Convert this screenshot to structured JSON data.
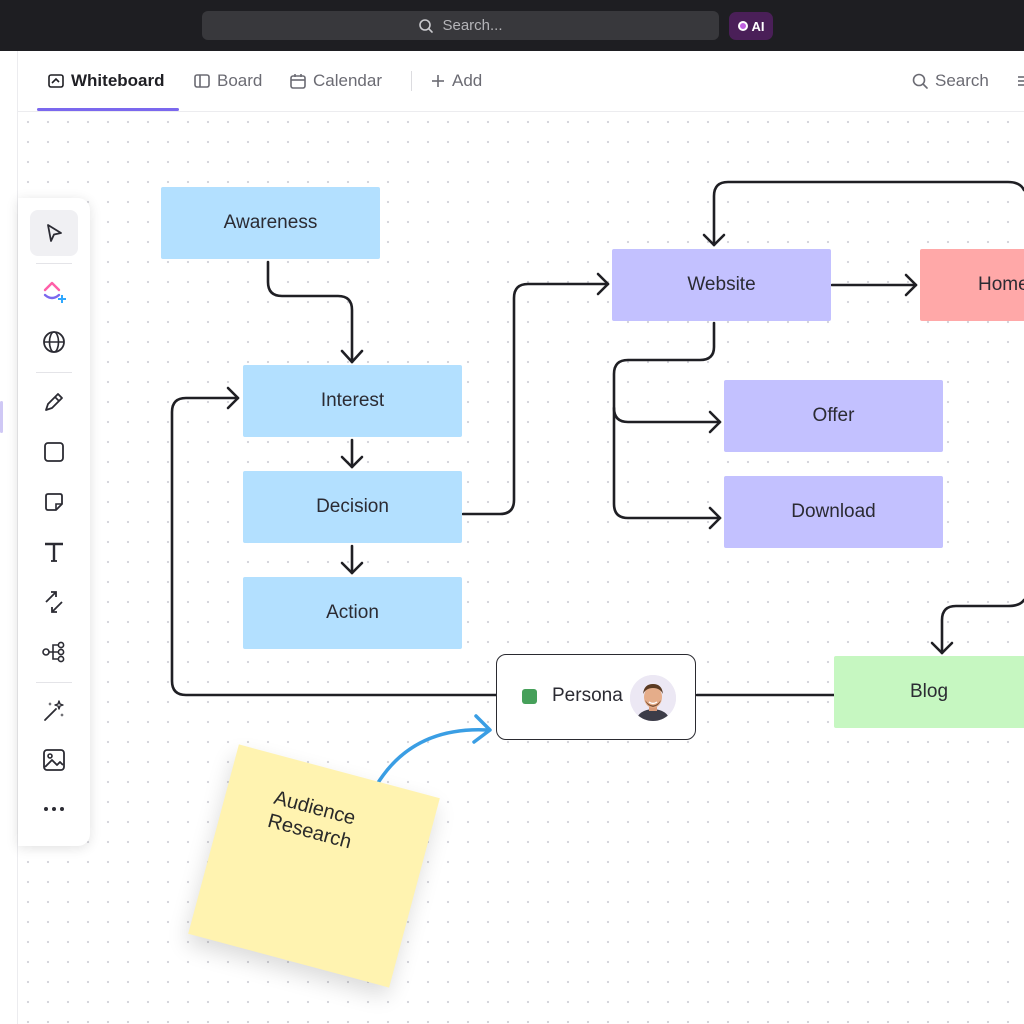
{
  "topbar": {
    "search_placeholder": "Search...",
    "ai_label": "AI"
  },
  "tabs": [
    {
      "label": "Whiteboard",
      "icon": "whiteboard-icon",
      "active": true
    },
    {
      "label": "Board",
      "icon": "board-icon"
    },
    {
      "label": "Calendar",
      "icon": "calendar-icon"
    },
    {
      "label": "Add",
      "icon": "plus-icon"
    }
  ],
  "header_search_label": "Search",
  "toolbar_tools": [
    "select",
    "clickup-logo-add",
    "globe",
    "pen",
    "rectangle",
    "sticky-note",
    "text",
    "connector",
    "mind-map",
    "magic-wand",
    "image",
    "more"
  ],
  "nodes": {
    "awareness": "Awareness",
    "interest": "Interest",
    "decision": "Decision",
    "action": "Action",
    "website": "Website",
    "home": "Home",
    "offer": "Offer",
    "download": "Download",
    "blog": "Blog"
  },
  "persona": {
    "label": "Persona"
  },
  "sticky": {
    "text": "Audience\nResearch"
  },
  "colors": {
    "funnel_blue": "#b3e0ff",
    "website_purple": "#c3c1ff",
    "home_red": "#ffa8a8",
    "blog_green": "#c6f7c1",
    "sticky_yellow": "#fff3b0",
    "accent": "#7b68ee",
    "arrow_blue": "#3a9ee4"
  }
}
